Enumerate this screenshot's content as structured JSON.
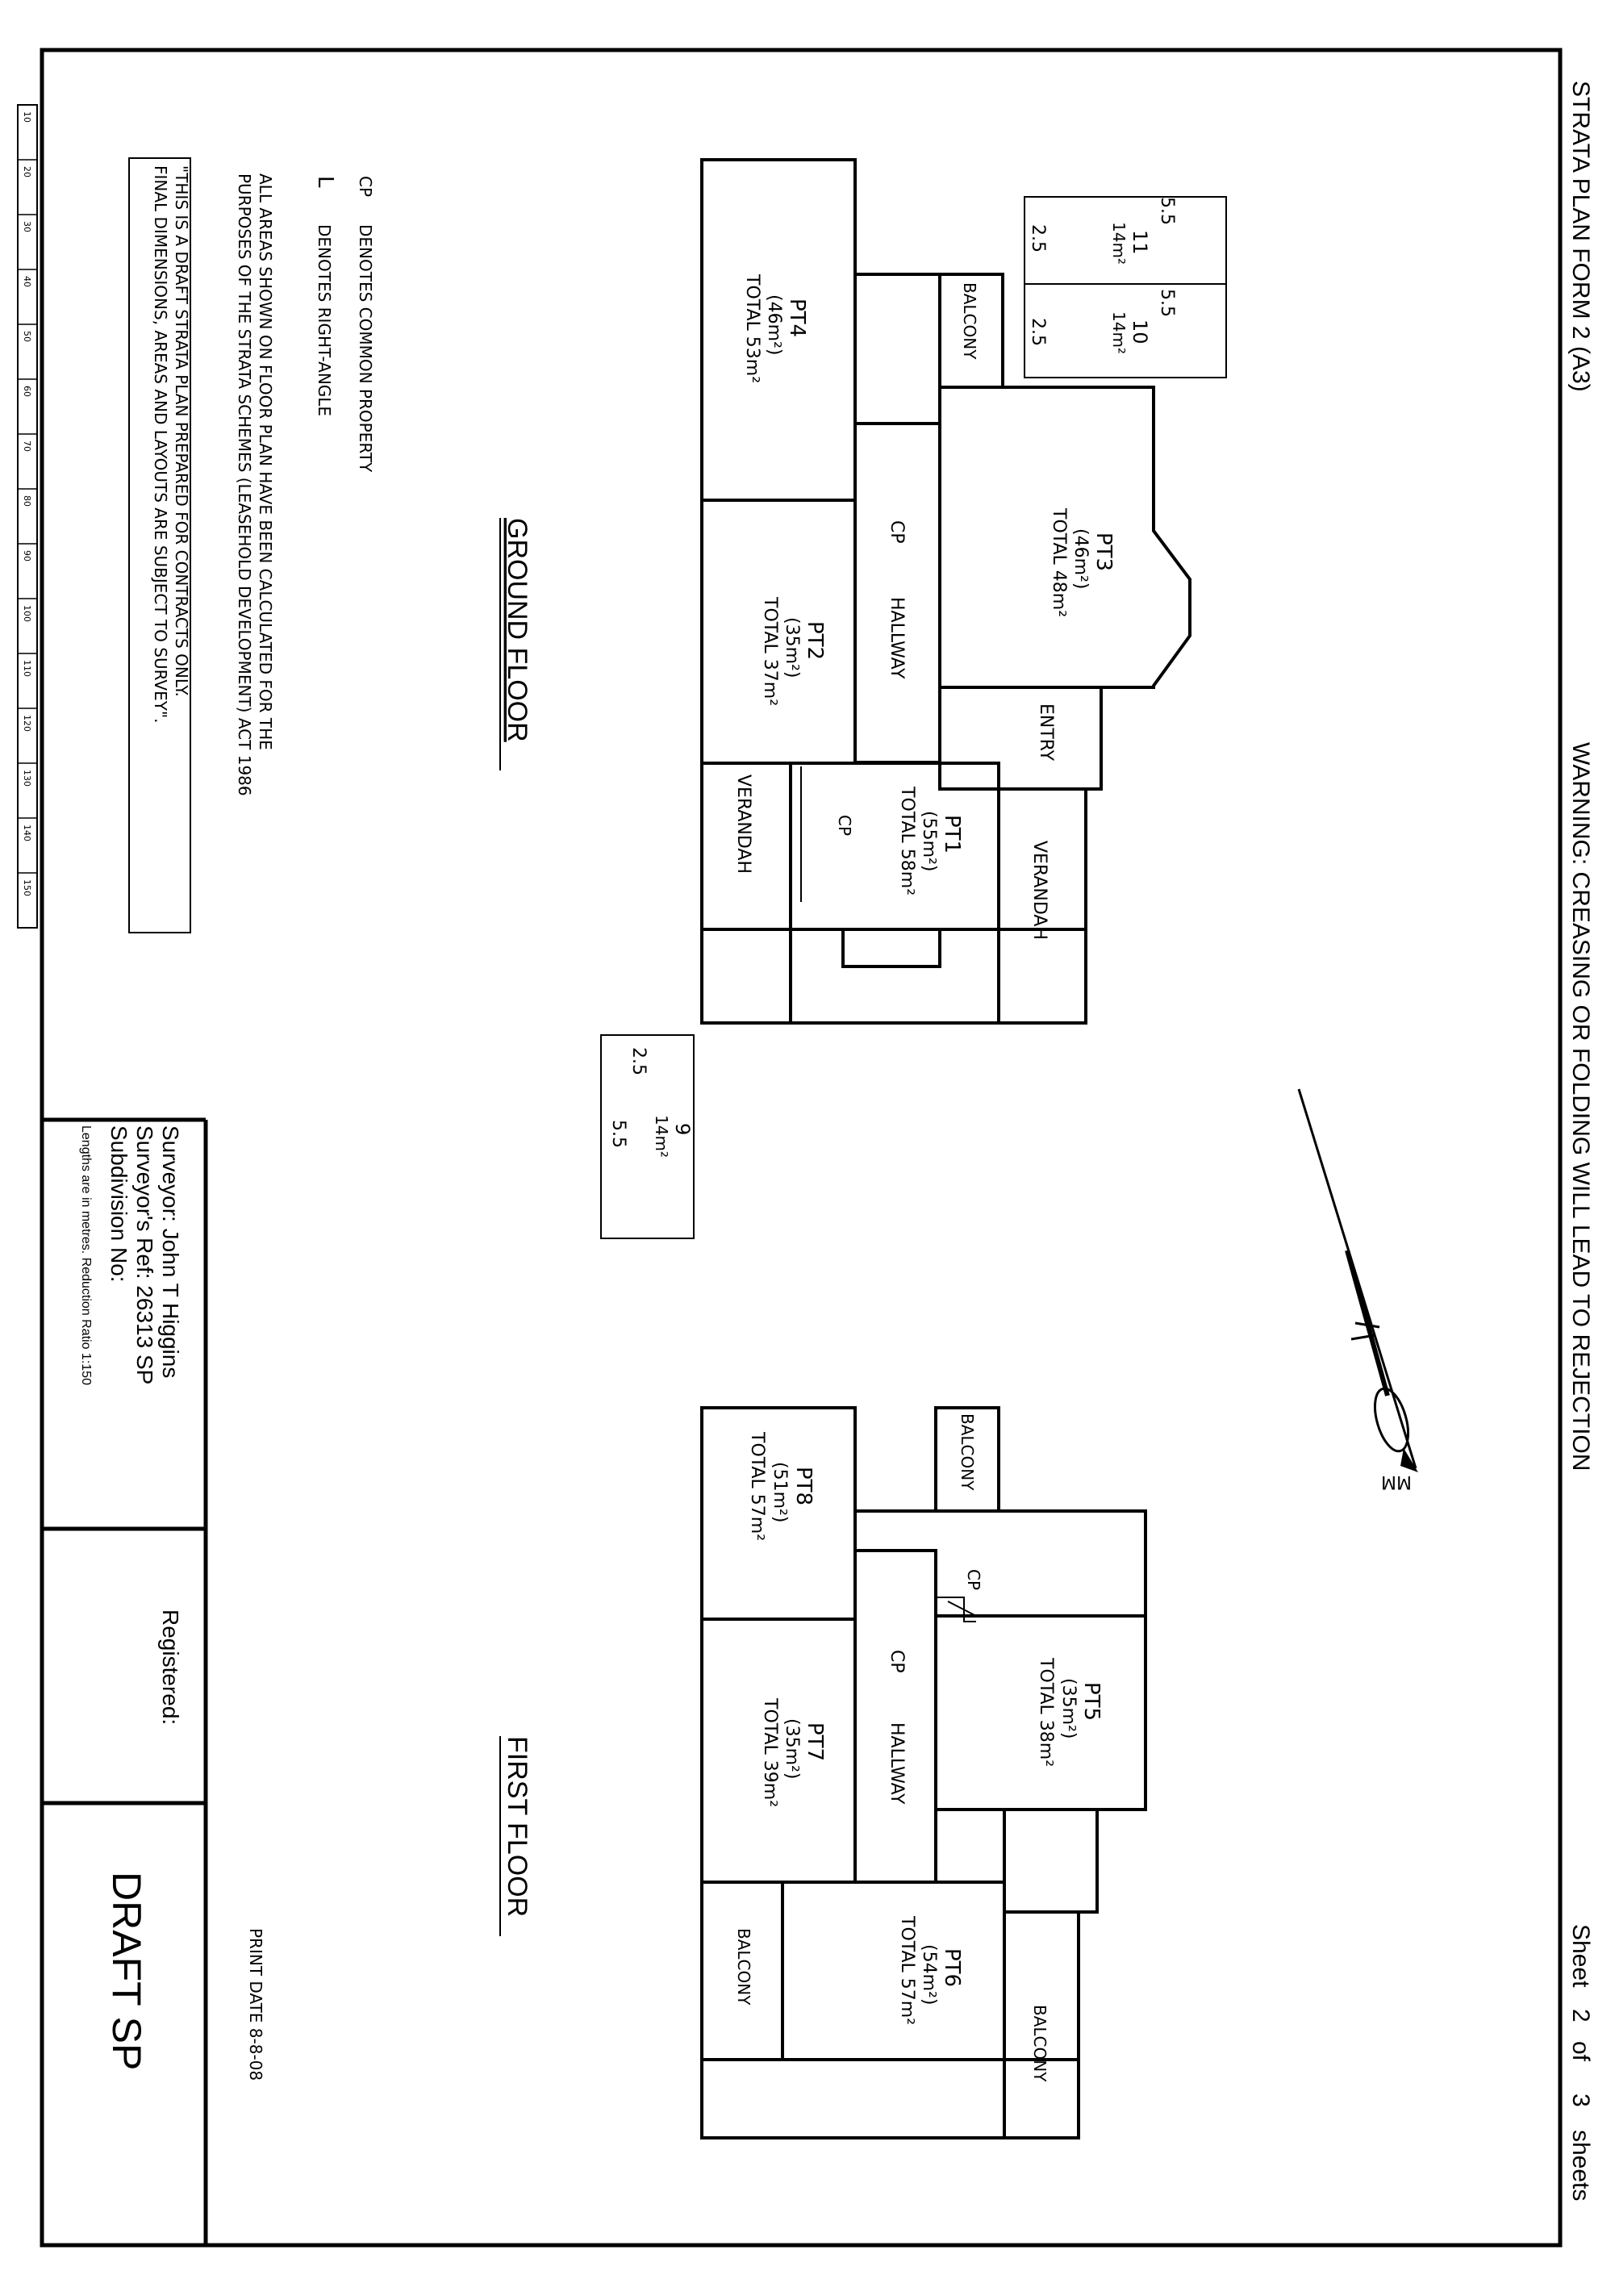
{
  "header": {
    "form_title": "STRATA PLAN FORM 2 (A3)",
    "warning": "WARNING: CREASING OR FOLDING WILL LEAD TO REJECTION",
    "sheet_word": "Sheet",
    "sheet_number": "2",
    "of_word": "of",
    "sheet_total": "3",
    "sheets_word": "sheets"
  },
  "ruler": {
    "ticks": [
      "10",
      "20",
      "30",
      "40",
      "50",
      "60",
      "70",
      "80",
      "90",
      "100",
      "110",
      "120",
      "130",
      "140",
      "150"
    ]
  },
  "notes": {
    "cp_code": "CP",
    "cp_text": "DENOTES COMMON PROPERTY",
    "ra_code": "L",
    "ra_text": "DENOTES RIGHT-ANGLE",
    "areas_line1": "ALL AREAS SHOWN ON FLOOR PLAN HAVE BEEN CALCULATED FOR THE",
    "areas_line2": "PURPOSES OF THE STRATA SCHEMES (LEASEHOLD DEVELOPMENT) ACT 1986",
    "draft_line1": "\"THIS IS A DRAFT STRATA PLAN PREPARED FOR CONTRACTS ONLY.",
    "draft_line2": "FINAL DIMENSIONS, AREAS AND LAYOUTS ARE SUBJECT TO SURVEY\"."
  },
  "floors": {
    "ground": "GROUND FLOOR",
    "first": "FIRST FLOOR"
  },
  "ground_units": {
    "pt1": {
      "name": "PT1",
      "area": "(55m²)",
      "total": "TOTAL 58m²"
    },
    "pt2": {
      "name": "PT2",
      "area": "(35m²)",
      "total": "TOTAL 37m²"
    },
    "pt3": {
      "name": "PT3",
      "area": "(46m²)",
      "total": "TOTAL 48m²"
    },
    "pt4": {
      "name": "PT4",
      "area": "(46m²)",
      "total": "TOTAL 53m²"
    }
  },
  "first_units": {
    "pt5": {
      "name": "PT5",
      "area": "(35m²)",
      "total": "TOTAL 38m²"
    },
    "pt6": {
      "name": "PT6",
      "area": "(54m²)",
      "total": "TOTAL 57m²"
    },
    "pt7": {
      "name": "PT7",
      "area": "(35m²)",
      "total": "TOTAL 39m²"
    },
    "pt8": {
      "name": "PT8",
      "area": "(51m²)",
      "total": "TOTAL 57m²"
    }
  },
  "spaces": {
    "balcony": "BALCONY",
    "hallway": "HALLWAY",
    "entry": "ENTRY",
    "verandah": "VERANDAH",
    "cp": "CP"
  },
  "parking": {
    "lot11": {
      "num": "11",
      "area": "14m²",
      "len": "5.5",
      "wid": "2.5"
    },
    "lot10": {
      "num": "10",
      "area": "14m²",
      "len": "5.5",
      "wid": "2.5"
    },
    "lot9": {
      "num": "9",
      "area": "14m²",
      "len": "5.5",
      "wid": "2.5"
    }
  },
  "north": {
    "label": "MM"
  },
  "title_block": {
    "surveyor": "Surveyor: John T Higgins",
    "ref": "Surveyor's Ref: 26313 SP",
    "subdivision": "Subdivision No:",
    "lengths": "Lengths are in metres. Reduction Ratio 1:150",
    "registered": "Registered:",
    "draft": "DRAFT SP",
    "print_date": "PRINT DATE 8-8-08"
  }
}
